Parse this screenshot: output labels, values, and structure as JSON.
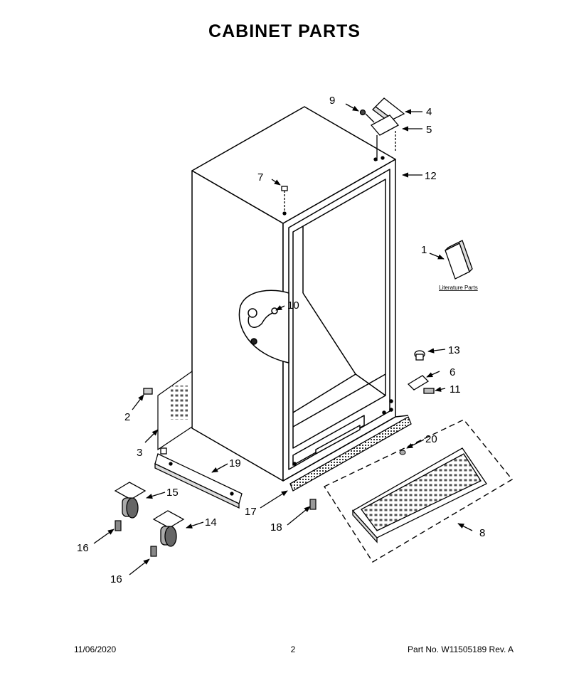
{
  "title": "CABINET PARTS",
  "literature_label": "Literature Parts",
  "callouts": {
    "c1": "1",
    "c2": "2",
    "c3": "3",
    "c4": "4",
    "c5": "5",
    "c6": "6",
    "c7": "7",
    "c8": "8",
    "c9": "9",
    "c10": "10",
    "c11": "11",
    "c12": "12",
    "c13": "13",
    "c14": "14",
    "c15": "15",
    "c16a": "16",
    "c16b": "16",
    "c17": "17",
    "c18": "18",
    "c19": "19",
    "c20": "20"
  },
  "footer": {
    "date": "11/06/2020",
    "page": "2",
    "part_no": "Part No.  W11505189  Rev.  A"
  }
}
